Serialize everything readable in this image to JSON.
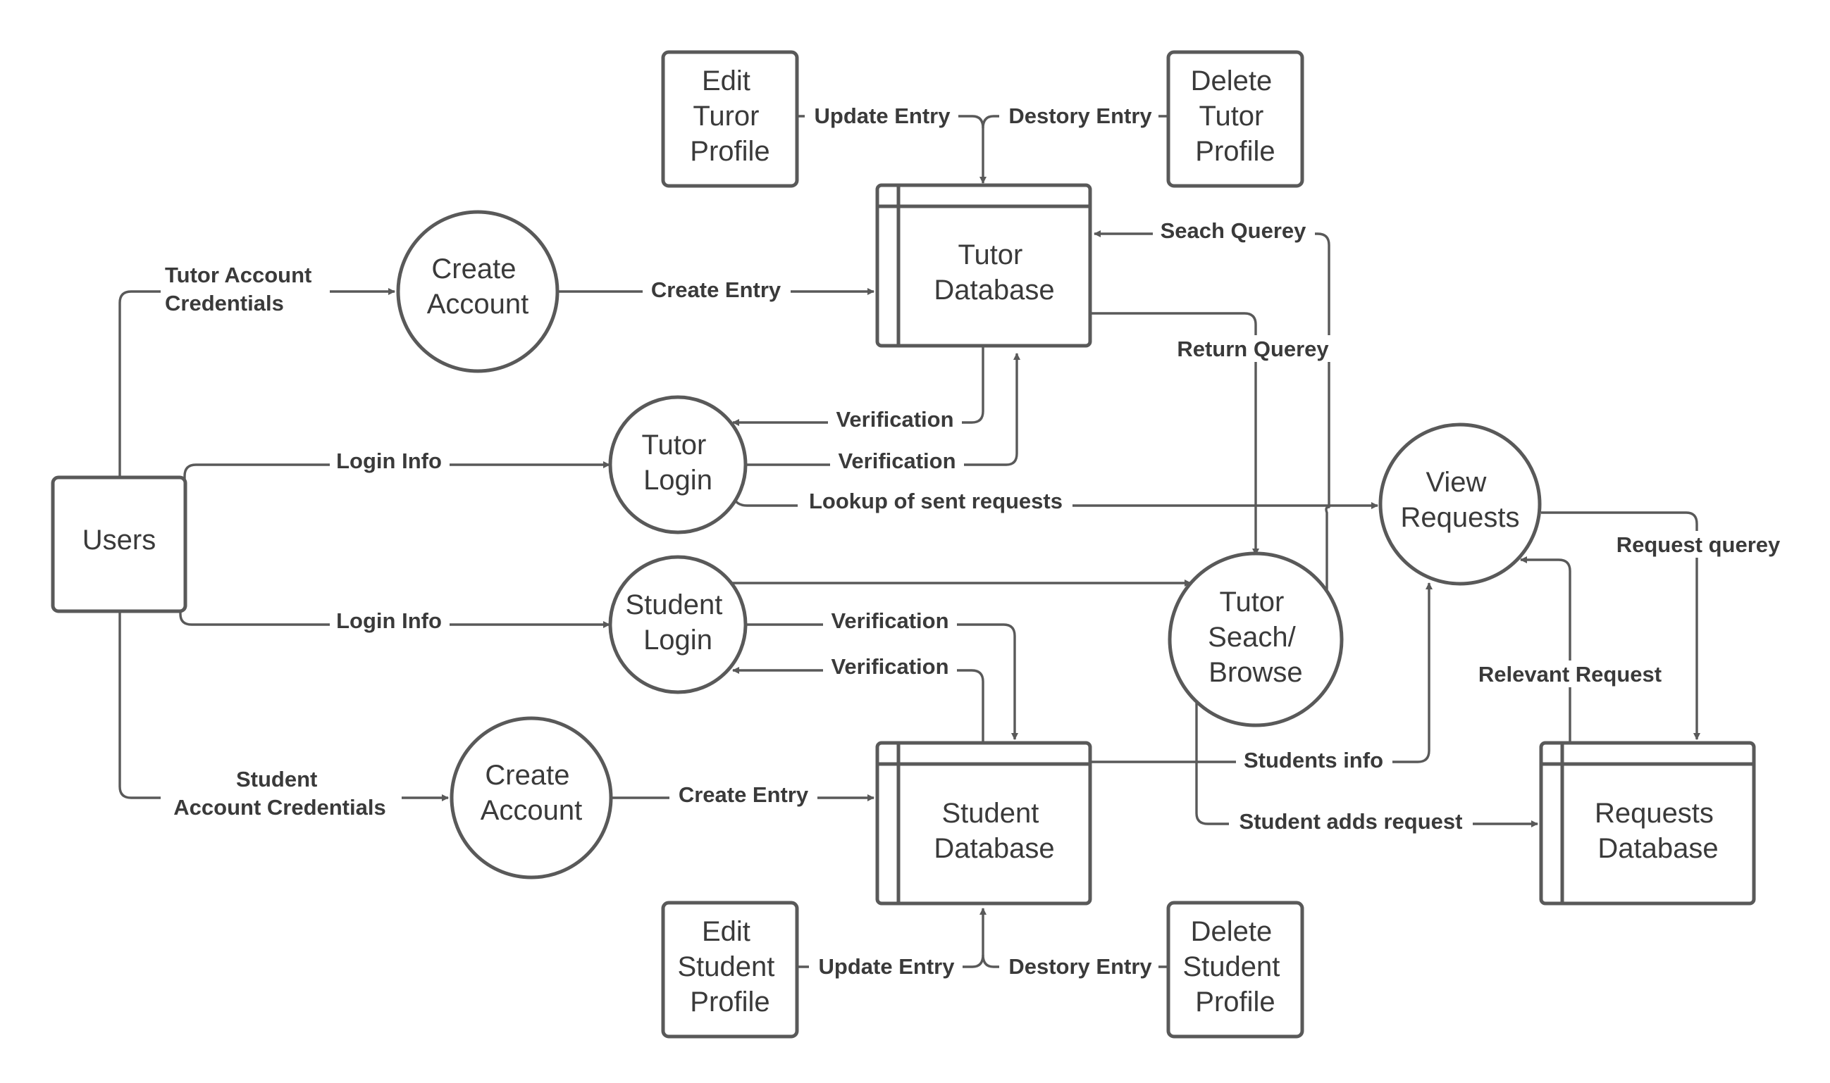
{
  "nodes": {
    "users": [
      "Users"
    ],
    "create_account_tutor": [
      "Create",
      "Account"
    ],
    "create_account_student": [
      "Create",
      "Account"
    ],
    "tutor_login": [
      "Tutor",
      "Login"
    ],
    "student_login": [
      "Student",
      "Login"
    ],
    "tutor_database": [
      "Tutor",
      "Database"
    ],
    "student_database": [
      "Student",
      "Database"
    ],
    "requests_database": [
      "Requests",
      "Database"
    ],
    "edit_tutor_profile": [
      "Edit",
      "Turor",
      "Profile"
    ],
    "delete_tutor_profile": [
      "Delete",
      "Tutor",
      "Profile"
    ],
    "edit_student_profile": [
      "Edit",
      "Student",
      "Profile"
    ],
    "delete_student_profile": [
      "Delete",
      "Student",
      "Profile"
    ],
    "view_requests": [
      "View",
      "Requests"
    ],
    "tutor_search": [
      "Tutor",
      "Seach/",
      "Browse"
    ]
  },
  "edges": {
    "tutor_credentials": [
      "Tutor Account",
      "Credentials"
    ],
    "student_credentials": [
      "Student",
      "Account Credentials"
    ],
    "create_entry_tutor": "Create Entry",
    "create_entry_student": "Create Entry",
    "update_entry_tutor": "Update Entry",
    "destroy_entry_tutor": "Destory Entry",
    "update_entry_student": "Update Entry",
    "destroy_entry_student": "Destory Entry",
    "login_info_tutor": "Login Info",
    "login_info_student": "Login Info",
    "verification_tutor_out": "Verification",
    "verification_tutor_in": "Verification",
    "verification_student_out": "Verification",
    "verification_student_in": "Verification",
    "lookup_sent_requests": "Lookup of sent requests",
    "search_query": "Seach Querey",
    "return_query": "Return Querey",
    "students_info": "Students info",
    "student_adds_request": "Student adds request",
    "request_query": "Request querey",
    "relevant_request": "Relevant Request"
  }
}
